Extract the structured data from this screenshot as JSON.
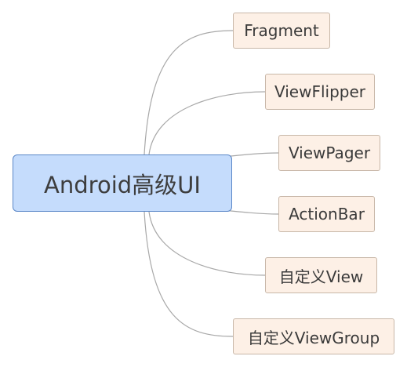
{
  "diagram": {
    "type": "mind-map",
    "root": {
      "label": "Android高级UI"
    },
    "branches": [
      {
        "label": "Fragment"
      },
      {
        "label": "ViewFlipper"
      },
      {
        "label": "ViewPager"
      },
      {
        "label": "ActionBar"
      },
      {
        "label": "自定义View"
      },
      {
        "label": "自定义ViewGroup"
      }
    ]
  },
  "colors": {
    "root_fill": "#c5dcfc",
    "root_border": "#5b87c7",
    "branch_fill": "#fdf0e6",
    "branch_border": "#c8b7a8",
    "connector": "#a8a8a8"
  }
}
